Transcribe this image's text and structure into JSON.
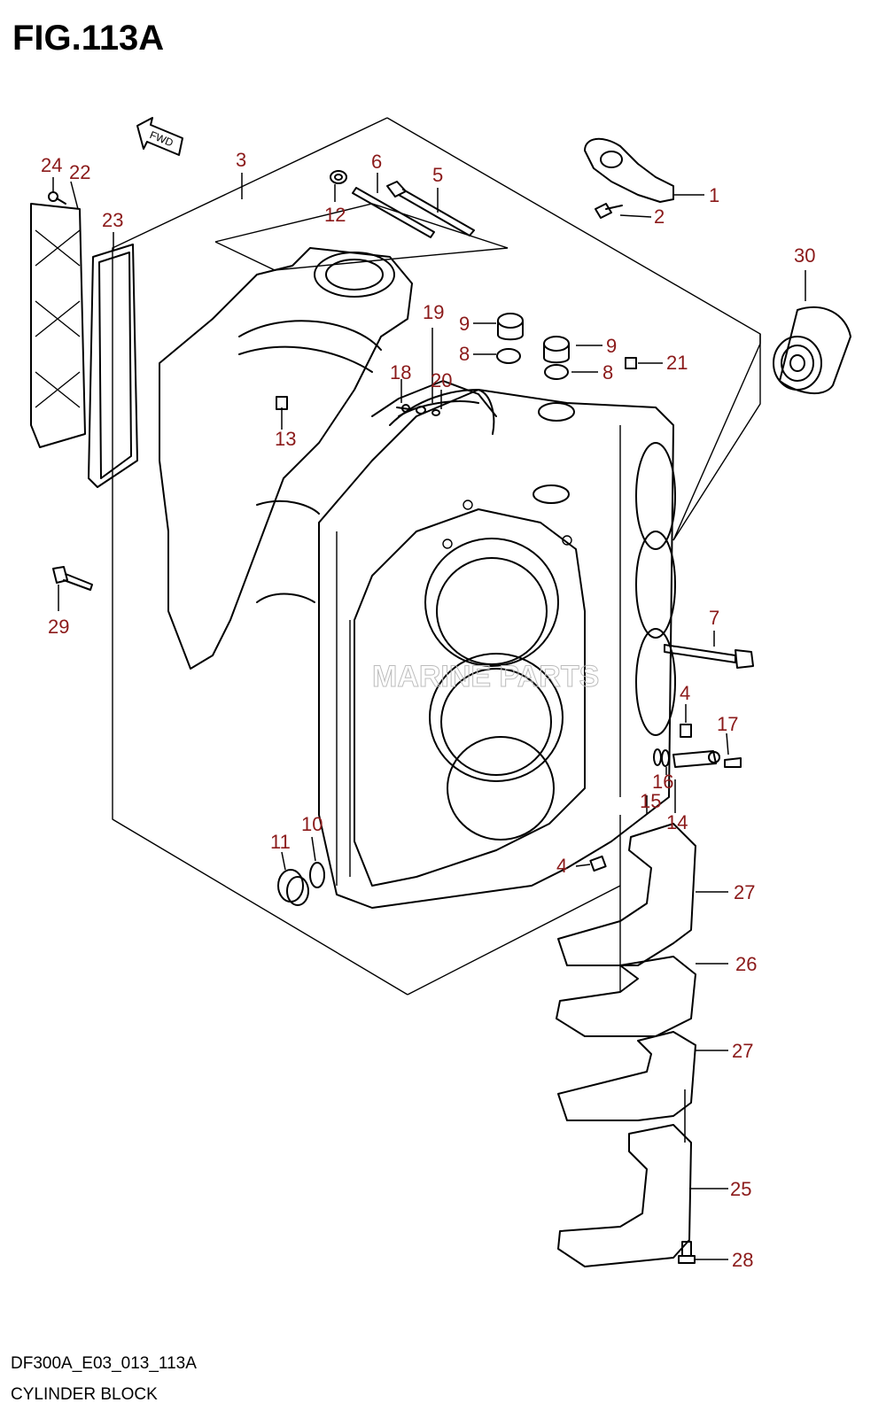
{
  "figure": {
    "title": "FIG.113A",
    "code": "DF300A_E03_013_113A",
    "caption": "CYLINDER BLOCK",
    "fwd_label": "FWD"
  },
  "watermark": {
    "line1": "MARINE PARTS"
  },
  "callouts": [
    {
      "id": "c1",
      "label": "1"
    },
    {
      "id": "c2",
      "label": "2"
    },
    {
      "id": "c3",
      "label": "3"
    },
    {
      "id": "c4a",
      "label": "4"
    },
    {
      "id": "c4b",
      "label": "4"
    },
    {
      "id": "c5",
      "label": "5"
    },
    {
      "id": "c6",
      "label": "6"
    },
    {
      "id": "c7",
      "label": "7"
    },
    {
      "id": "c8a",
      "label": "8"
    },
    {
      "id": "c8b",
      "label": "8"
    },
    {
      "id": "c9a",
      "label": "9"
    },
    {
      "id": "c9b",
      "label": "9"
    },
    {
      "id": "c10",
      "label": "10"
    },
    {
      "id": "c11",
      "label": "11"
    },
    {
      "id": "c12",
      "label": "12"
    },
    {
      "id": "c13",
      "label": "13"
    },
    {
      "id": "c14",
      "label": "14"
    },
    {
      "id": "c15",
      "label": "15"
    },
    {
      "id": "c16",
      "label": "16"
    },
    {
      "id": "c17",
      "label": "17"
    },
    {
      "id": "c18",
      "label": "18"
    },
    {
      "id": "c19",
      "label": "19"
    },
    {
      "id": "c20",
      "label": "20"
    },
    {
      "id": "c21",
      "label": "21"
    },
    {
      "id": "c22",
      "label": "22"
    },
    {
      "id": "c23",
      "label": "23"
    },
    {
      "id": "c24",
      "label": "24"
    },
    {
      "id": "c25",
      "label": "25"
    },
    {
      "id": "c26",
      "label": "26"
    },
    {
      "id": "c27a",
      "label": "27"
    },
    {
      "id": "c27b",
      "label": "27"
    },
    {
      "id": "c28",
      "label": "28"
    },
    {
      "id": "c29",
      "label": "29"
    },
    {
      "id": "c30",
      "label": "30"
    }
  ],
  "colors": {
    "callout": "#8b1a1a",
    "line": "#000000",
    "watermark": "#bcbcbc"
  }
}
